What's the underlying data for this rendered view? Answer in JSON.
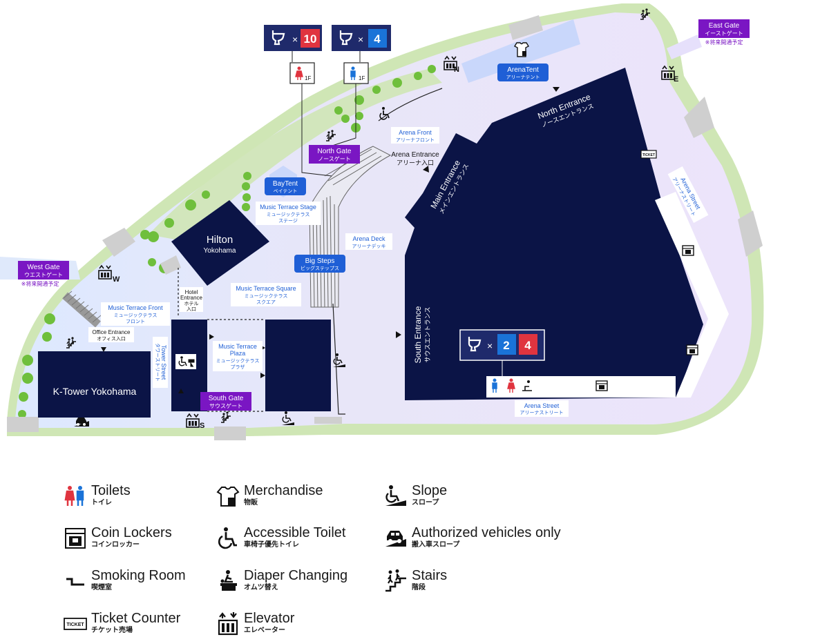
{
  "colors": {
    "building": "#0b1446",
    "plaza": "#e7e5f8",
    "plaza_blue": "#dbe8ff",
    "green_edge": "#cfe6b5",
    "green_dot": "#6fbf3c",
    "gate_purple": "#7a16c3",
    "label_blue": "#1f5fd6",
    "toilet_red": "#e0343f",
    "toilet_blue": "#1a73d8",
    "badge_navy": "#1f2a6b",
    "walkway": "#cfcfcf"
  },
  "map": {
    "gates": {
      "east": {
        "en": "East Gate",
        "ja": "イーストゲート",
        "note": "※将来開通予定"
      },
      "west": {
        "en": "West Gate",
        "ja": "ウエストゲート",
        "note": "※将来開通予定"
      },
      "north": {
        "en": "North Gate",
        "ja": "ノースゲート"
      },
      "south": {
        "en": "South Gate",
        "ja": "サウスゲート"
      }
    },
    "toilet_badges": {
      "women": {
        "symbol": "×",
        "count": "10"
      },
      "men": {
        "symbol": "×",
        "count": "4"
      },
      "south": {
        "symbol": "×",
        "men": "2",
        "women": "4"
      }
    },
    "floor_tag": "1F",
    "elevator_letters": {
      "n": "N",
      "e": "E",
      "w": "W",
      "s": "S"
    },
    "buildings": {
      "hilton": {
        "line1": "Hilton",
        "line2": "Yokohama"
      },
      "ktower": "K-Tower Yokohama"
    },
    "blue_labels": {
      "arena_tent": {
        "en": "ArenaTent",
        "ja": "アリーナテント"
      },
      "bay_tent": {
        "en": "BayTent",
        "ja": "ベイテント"
      },
      "big_steps": {
        "en": "Big Steps",
        "ja": "ビッグステップス"
      }
    },
    "area_labels": {
      "arena_front": {
        "en": "Arena Front",
        "ja": "アリーナフロント"
      },
      "music_stage": {
        "en": "Music Terrace Stage",
        "ja1": "ミュージックテラス",
        "ja2": "ステージ"
      },
      "arena_deck": {
        "en": "Arena Deck",
        "ja": "アリーナデッキ"
      },
      "music_square": {
        "en": "Music Terrace Square",
        "ja1": "ミュージックテラス",
        "ja2": "スクエア"
      },
      "music_front": {
        "en": "Music Terrace Front",
        "ja1": "ミュージックテラス",
        "ja2": "フロント"
      },
      "music_plaza": {
        "en1": "Music Terrace",
        "en2": "Plaza",
        "ja1": "ミュージックテラス",
        "ja2": "プラザ"
      },
      "tower_street": {
        "en": "Tower Street",
        "ja": "タワーストリート"
      },
      "arena_street_bottom": {
        "en": "Arena Street",
        "ja": "アリーナストリート"
      },
      "arena_street_right": {
        "en": "Arena Street",
        "ja": "アリーナストリート"
      }
    },
    "entrance_labels": {
      "north": {
        "en": "North Entrance",
        "ja": "ノースエントランス"
      },
      "main": {
        "en": "Main Entrance",
        "ja": "メインエントランス"
      },
      "south": {
        "en": "South Entrance",
        "ja": "サウスエントランス"
      },
      "arena": {
        "en": "Arena Entrance",
        "ja": "アリーナ入口"
      },
      "hotel": {
        "en1": "Hotel",
        "en2": "Entrance",
        "ja1": "ホテル",
        "ja2": "入口"
      },
      "office": {
        "en": "Office Entrance",
        "ja": "オフィス入口"
      }
    },
    "ticket_text": "TICKET"
  },
  "legend": [
    {
      "icon": "toilets-icon",
      "en": "Toilets",
      "ja": "トイレ"
    },
    {
      "icon": "merchandise-icon",
      "en": "Merchandise",
      "ja": "物販"
    },
    {
      "icon": "slope-icon",
      "en": "Slope",
      "ja": "スロープ"
    },
    {
      "icon": "coin-lockers-icon",
      "en": "Coin Lockers",
      "ja": "コインロッカー"
    },
    {
      "icon": "accessible-toilet-icon",
      "en": "Accessible Toilet",
      "ja": "車椅子優先トイレ"
    },
    {
      "icon": "vehicles-icon",
      "en": "Authorized vehicles only",
      "ja": "搬入車スロープ"
    },
    {
      "icon": "smoking-icon",
      "en": "Smoking Room",
      "ja": "喫煙室"
    },
    {
      "icon": "diaper-icon",
      "en": "Diaper Changing",
      "ja": "オムツ替え"
    },
    {
      "icon": "stairs-icon",
      "en": "Stairs",
      "ja": "階段"
    },
    {
      "icon": "ticket-icon",
      "en": "Ticket Counter",
      "ja": "チケット売場"
    },
    {
      "icon": "elevator-icon",
      "en": "Elevator",
      "ja": "エレベーター"
    }
  ]
}
